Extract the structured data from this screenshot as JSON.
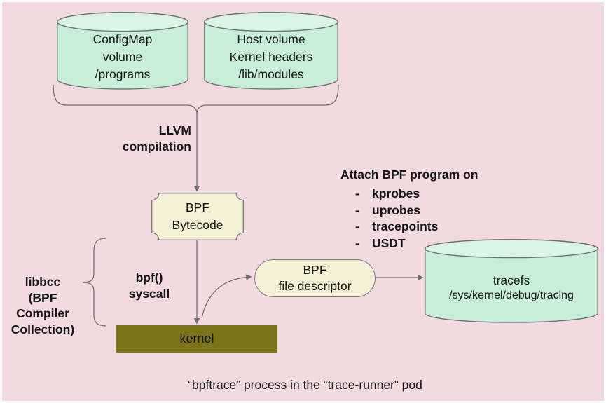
{
  "colors": {
    "background": "#f2dbe0",
    "cylinder_fill": "#c8eed7",
    "cylinder_top_fill": "#d9f4e3",
    "plaque_fill": "#f4f1d6",
    "kernel_fill": "#7c7418",
    "stroke": "#6e6e6e",
    "text": "#151515"
  },
  "cylinders": {
    "configmap": {
      "lines": [
        "ConfigMap",
        "volume",
        "/programs"
      ]
    },
    "hostvolume": {
      "lines": [
        "Host volume",
        "Kernel headers",
        "/lib/modules"
      ]
    },
    "tracefs": {
      "title": "tracefs",
      "path": "/sys/kernel/debug/tracing"
    }
  },
  "labels": {
    "llvm": {
      "lines": [
        "LLVM",
        "compilation"
      ]
    },
    "bpf_syscall": {
      "lines": [
        "bpf()",
        "syscall"
      ]
    },
    "libbcc": {
      "lines": [
        "libbcc",
        "(BPF",
        "Compiler",
        "Collection)"
      ]
    }
  },
  "nodes": {
    "bytecode": {
      "lines": [
        "BPF",
        "Bytecode"
      ]
    },
    "kernel": {
      "label": "kernel"
    },
    "file_descriptor": {
      "lines": [
        "BPF",
        "file descriptor"
      ]
    }
  },
  "attach": {
    "title": "Attach BPF program on",
    "bullet": "-",
    "items": [
      "kprobes",
      "uprobes",
      "tracepoints",
      "USDT"
    ]
  },
  "caption": "“bpftrace” process in the “trace-runner” pod"
}
